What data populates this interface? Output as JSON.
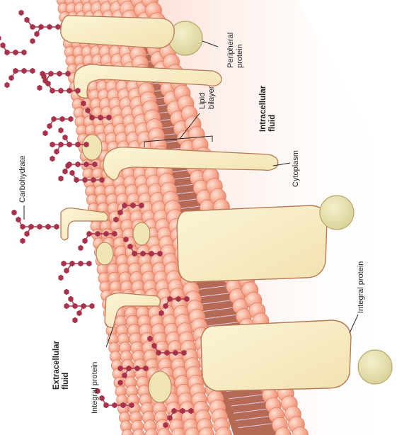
{
  "labels": {
    "peripheral_protein_line1": "Peripheral",
    "peripheral_protein_line2": "protein",
    "lipid_bilayer_line1": "Lipid",
    "lipid_bilayer_line2": "bilayer",
    "intracellular_fluid_line1": "Intracellular",
    "intracellular_fluid_line2": "fluid",
    "cytoplasm": "Cytoplasm",
    "carbohydrate": "Carbohydrate",
    "integral_protein_right": "Integral protein",
    "extracellular_fluid_line1": "Extracellular",
    "extracellular_fluid_line2": "fluid",
    "integral_protein_left": "Integral protein"
  },
  "colors": {
    "lipid_head": "#f4a48a",
    "lipid_head_edge": "#d9735a",
    "tail_band": "#b56a56",
    "tail_line": "#d8cfe6",
    "protein_fill": "#f8ecc2",
    "protein_edge": "#b87a55",
    "peripheral_fill": "#e6e0a8",
    "carbohydrate": "#a8324a",
    "intracellular_tint": "#fbd8cc"
  }
}
